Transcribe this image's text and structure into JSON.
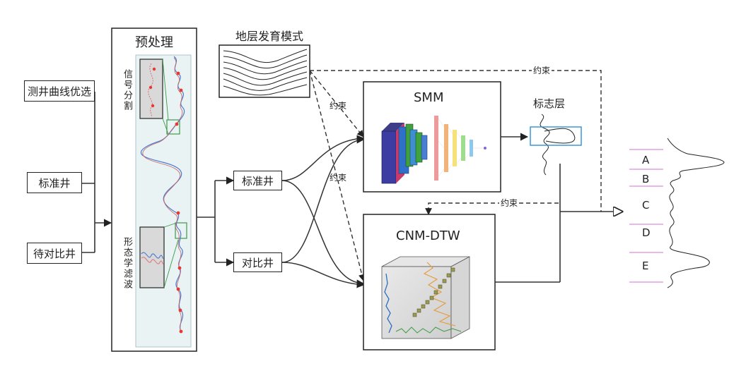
{
  "inputs": {
    "curve_selection": "测井曲线优选",
    "standard_well": "标准井",
    "target_well": "待对比井"
  },
  "preprocess": {
    "title": "预处理",
    "signal_split": "信号分割",
    "morph_filter": "形态学滤波"
  },
  "middle": {
    "standard_well": "标准井",
    "compare_well": "对比井"
  },
  "pattern": {
    "title": "地层发育模式"
  },
  "constraint_label": "约束",
  "smm": {
    "title": "SMM"
  },
  "marker": {
    "title": "标志层"
  },
  "cnm": {
    "title": "CNM-DTW"
  },
  "zones": [
    "A",
    "B",
    "C",
    "D",
    "E"
  ]
}
